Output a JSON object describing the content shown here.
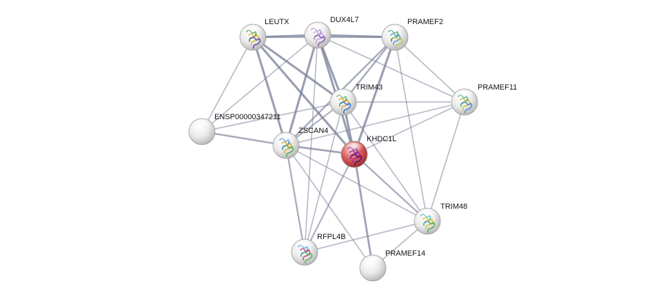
{
  "network": {
    "nodes": [
      {
        "id": "LEUTX",
        "label": "LEUTX",
        "query": false,
        "structure": true,
        "structure_palette": [
          "#3a9a3a",
          "#d9c43a",
          "#6b4fb8"
        ]
      },
      {
        "id": "DUX4L7",
        "label": "DUX4L7",
        "query": false,
        "structure": true,
        "structure_palette": [
          "#a77fc9",
          "#c9a7e0",
          "#8a5fb2"
        ]
      },
      {
        "id": "PRAMEF2",
        "label": "PRAMEF2",
        "query": false,
        "structure": true,
        "structure_palette": [
          "#3a9a5a",
          "#5aa5d8",
          "#b8c84a"
        ]
      },
      {
        "id": "TRIM43",
        "label": "TRIM43",
        "query": false,
        "structure": true,
        "structure_palette": [
          "#4aa84a",
          "#d8a83a",
          "#3a7ad8"
        ]
      },
      {
        "id": "PRAMEF11",
        "label": "PRAMEF11",
        "query": false,
        "structure": true,
        "structure_palette": [
          "#3aa87a",
          "#c8c83a",
          "#5a8ad8"
        ]
      },
      {
        "id": "ENSP00000347211",
        "label": "ENSP00000347211",
        "query": false,
        "structure": false,
        "structure_palette": []
      },
      {
        "id": "ZSCAN4",
        "label": "ZSCAN4",
        "query": false,
        "structure": true,
        "structure_palette": [
          "#3a8ad8",
          "#d8a83a",
          "#5aa85a"
        ]
      },
      {
        "id": "KHDC1L",
        "label": "KHDC1L",
        "query": true,
        "structure": true,
        "structure_palette": [
          "#7a1a8a",
          "#a02aa8",
          "#5a106a"
        ]
      },
      {
        "id": "TRIM48",
        "label": "TRIM48",
        "query": false,
        "structure": true,
        "structure_palette": [
          "#3ab8c8",
          "#d8c83a",
          "#5aa85a"
        ]
      },
      {
        "id": "RFPL4B",
        "label": "RFPL4B",
        "query": false,
        "structure": true,
        "structure_palette": [
          "#3a9ad8",
          "#c84a8a",
          "#5ab85a"
        ]
      },
      {
        "id": "PRAMEF14",
        "label": "PRAMEF14",
        "query": false,
        "structure": false,
        "structure_palette": []
      }
    ],
    "edges": [
      {
        "source": "LEUTX",
        "target": "DUX4L7",
        "strength": 0.75
      },
      {
        "source": "LEUTX",
        "target": "PRAMEF2",
        "strength": 0.45
      },
      {
        "source": "LEUTX",
        "target": "TRIM43",
        "strength": 0.75
      },
      {
        "source": "LEUTX",
        "target": "ZSCAN4",
        "strength": 0.75
      },
      {
        "source": "LEUTX",
        "target": "KHDC1L",
        "strength": 0.75
      },
      {
        "source": "LEUTX",
        "target": "ENSP00000347211",
        "strength": 0.3
      },
      {
        "source": "DUX4L7",
        "target": "PRAMEF2",
        "strength": 0.75
      },
      {
        "source": "DUX4L7",
        "target": "TRIM43",
        "strength": 0.75
      },
      {
        "source": "DUX4L7",
        "target": "ZSCAN4",
        "strength": 0.75
      },
      {
        "source": "DUX4L7",
        "target": "KHDC1L",
        "strength": 0.75
      },
      {
        "source": "DUX4L7",
        "target": "ENSP00000347211",
        "strength": 0.3
      },
      {
        "source": "DUX4L7",
        "target": "PRAMEF11",
        "strength": 0.3
      },
      {
        "source": "DUX4L7",
        "target": "RFPL4B",
        "strength": 0.3
      },
      {
        "source": "PRAMEF2",
        "target": "TRIM43",
        "strength": 0.55
      },
      {
        "source": "PRAMEF2",
        "target": "ZSCAN4",
        "strength": 0.55
      },
      {
        "source": "PRAMEF2",
        "target": "KHDC1L",
        "strength": 0.75
      },
      {
        "source": "PRAMEF2",
        "target": "PRAMEF11",
        "strength": 0.3
      },
      {
        "source": "PRAMEF2",
        "target": "TRIM48",
        "strength": 0.3
      },
      {
        "source": "TRIM43",
        "target": "ZSCAN4",
        "strength": 0.45
      },
      {
        "source": "TRIM43",
        "target": "KHDC1L",
        "strength": 0.75
      },
      {
        "source": "TRIM43",
        "target": "PRAMEF11",
        "strength": 0.3
      },
      {
        "source": "TRIM43",
        "target": "ENSP00000347211",
        "strength": 0.3
      },
      {
        "source": "TRIM43",
        "target": "RFPL4B",
        "strength": 0.3
      },
      {
        "source": "TRIM43",
        "target": "TRIM48",
        "strength": 0.3
      },
      {
        "source": "PRAMEF11",
        "target": "ZSCAN4",
        "strength": 0.3
      },
      {
        "source": "PRAMEF11",
        "target": "KHDC1L",
        "strength": 0.3
      },
      {
        "source": "PRAMEF11",
        "target": "TRIM48",
        "strength": 0.3
      },
      {
        "source": "ENSP00000347211",
        "target": "ZSCAN4",
        "strength": 0.55
      },
      {
        "source": "ZSCAN4",
        "target": "KHDC1L",
        "strength": 0.65
      },
      {
        "source": "ZSCAN4",
        "target": "RFPL4B",
        "strength": 0.5
      },
      {
        "source": "ZSCAN4",
        "target": "PRAMEF14",
        "strength": 0.3
      },
      {
        "source": "ZSCAN4",
        "target": "TRIM48",
        "strength": 0.3
      },
      {
        "source": "KHDC1L",
        "target": "TRIM48",
        "strength": 0.5
      },
      {
        "source": "KHDC1L",
        "target": "RFPL4B",
        "strength": 0.45
      },
      {
        "source": "KHDC1L",
        "target": "PRAMEF14",
        "strength": 0.65
      },
      {
        "source": "TRIM48",
        "target": "RFPL4B",
        "strength": 0.3
      },
      {
        "source": "TRIM48",
        "target": "PRAMEF14",
        "strength": 0.3
      }
    ]
  },
  "colors": {
    "query_node": "#d9595a",
    "query_node_highlight": "#f7c4c4",
    "other_node": "#e6e6e6",
    "other_node_highlight": "#ffffff",
    "node_outline": "#9a9a9a",
    "edge": "#7a7f99"
  }
}
